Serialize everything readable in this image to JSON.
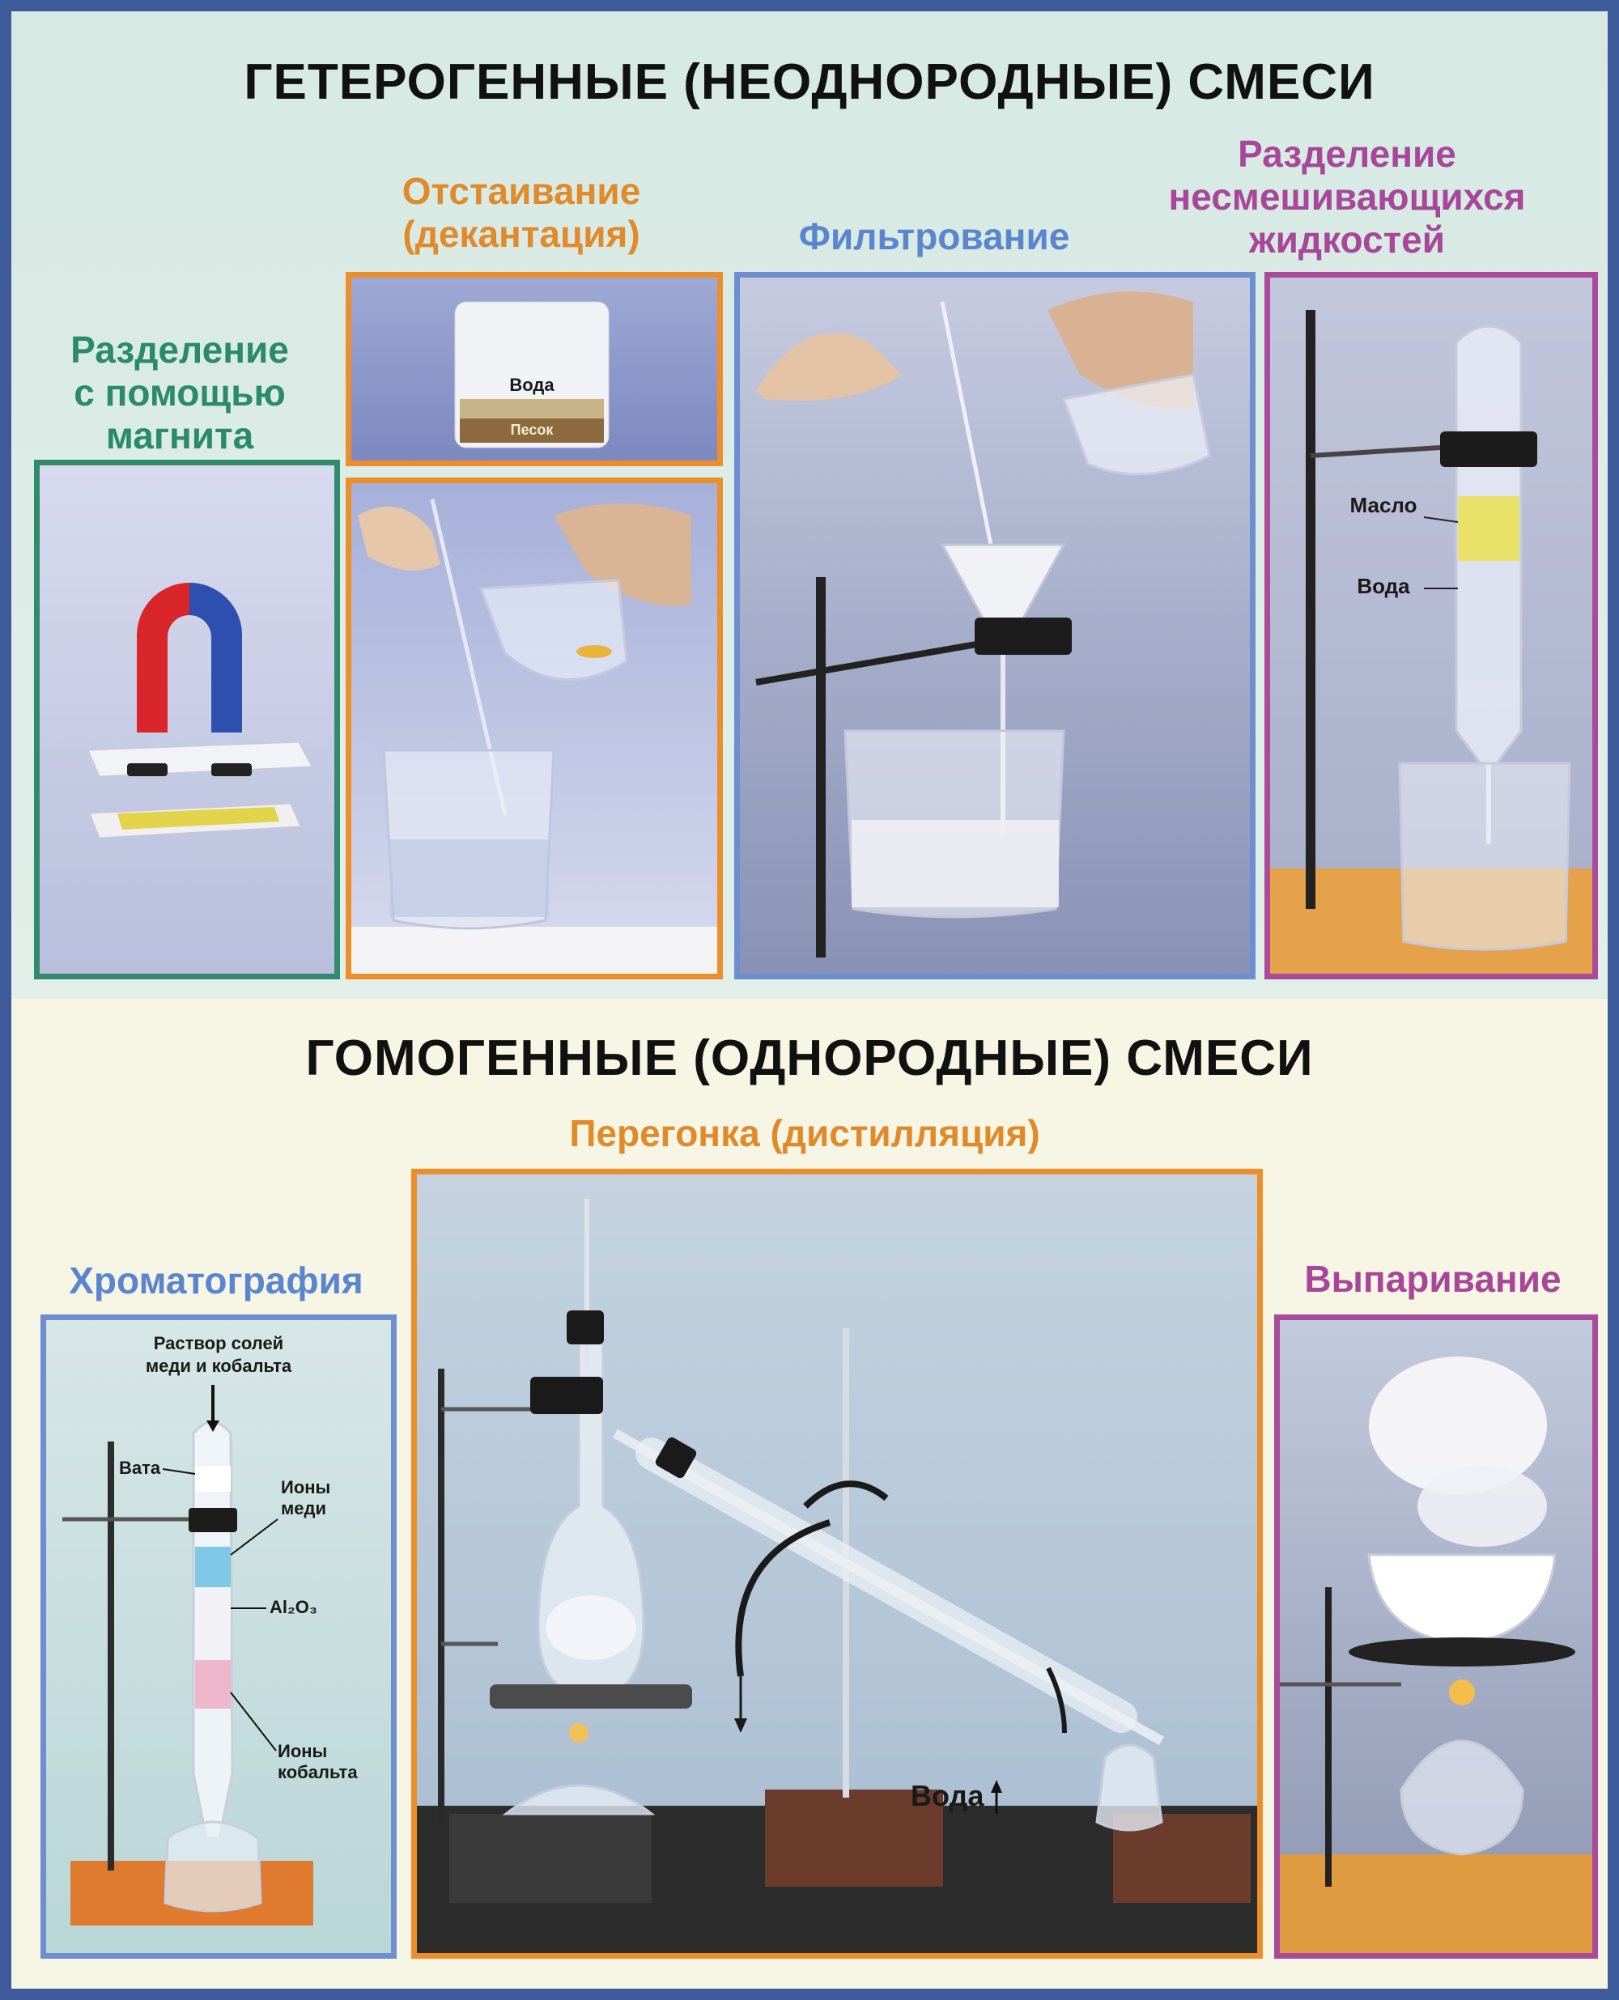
{
  "top_heading": "ГЕТЕРОГЕННЫЕ (НЕОДНОРОДНЫЕ) СМЕСИ",
  "bottom_heading": "ГОМОГЕННЫЕ (ОДНОРОДНЫЕ) СМЕСИ",
  "magnet": {
    "title": [
      "Разделение",
      "с помощью",
      "магнита"
    ]
  },
  "decant": {
    "title": [
      "Отстаивание",
      "(декантация)"
    ],
    "water_label": "Вода",
    "sand_label": "Песок"
  },
  "filter": {
    "title": "Фильтрование"
  },
  "funnel": {
    "title": [
      "Разделение",
      "несмешивающихся",
      "жидкостей"
    ],
    "oil_label": "Масло",
    "water_label": "Вода"
  },
  "distill": {
    "title": "Перегонка (дистилляция)",
    "water_label": "Вода"
  },
  "chroma": {
    "title": "Хроматография",
    "solution_label": [
      "Раствор солей",
      "меди и кобальта"
    ],
    "cotton_label": "Вата",
    "copper_label": [
      "Ионы",
      "меди"
    ],
    "alumina_label": "Al₂O₃",
    "cobalt_label": [
      "Ионы",
      "кобальта"
    ]
  },
  "evap": {
    "title": "Выпаривание"
  },
  "colors": {
    "teal": "#2f8a6e",
    "orange": "#ec8f2a",
    "blue": "#6d8ed0",
    "purple": "#a94b9a",
    "border": "#3d5a9a"
  }
}
